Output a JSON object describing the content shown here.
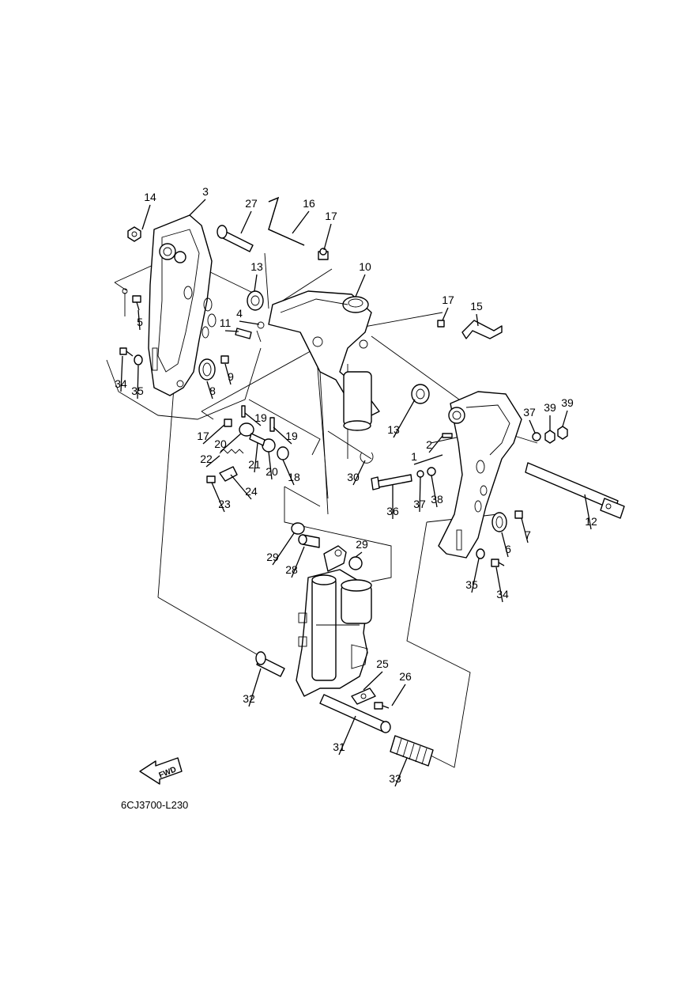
{
  "diagram_code": "6CJ3700-L230",
  "fwd_label": "FWD",
  "parts": [
    {
      "id": "p14a",
      "label": "14"
    },
    {
      "id": "p3",
      "label": "3"
    },
    {
      "id": "p27",
      "label": "27"
    },
    {
      "id": "p16",
      "label": "16"
    },
    {
      "id": "p17a",
      "label": "17"
    },
    {
      "id": "p13a",
      "label": "13"
    },
    {
      "id": "p10",
      "label": "10"
    },
    {
      "id": "p5",
      "label": "5"
    },
    {
      "id": "p4",
      "label": "4"
    },
    {
      "id": "p11",
      "label": "11"
    },
    {
      "id": "p17b",
      "label": "17"
    },
    {
      "id": "p15",
      "label": "15"
    },
    {
      "id": "p9",
      "label": "9"
    },
    {
      "id": "p34a",
      "label": "34"
    },
    {
      "id": "p35a",
      "label": "35"
    },
    {
      "id": "p8",
      "label": "8"
    },
    {
      "id": "p13b",
      "label": "13"
    },
    {
      "id": "p37a",
      "label": "37"
    },
    {
      "id": "p39a",
      "label": "39"
    },
    {
      "id": "p39b",
      "label": "39"
    },
    {
      "id": "p19a",
      "label": "19"
    },
    {
      "id": "p17c",
      "label": "17"
    },
    {
      "id": "p20a",
      "label": "20"
    },
    {
      "id": "p19b",
      "label": "19"
    },
    {
      "id": "p2",
      "label": "2"
    },
    {
      "id": "p1",
      "label": "1"
    },
    {
      "id": "p22",
      "label": "22"
    },
    {
      "id": "p21",
      "label": "21"
    },
    {
      "id": "p20b",
      "label": "20"
    },
    {
      "id": "p18",
      "label": "18"
    },
    {
      "id": "p30",
      "label": "30"
    },
    {
      "id": "p24",
      "label": "24"
    },
    {
      "id": "p23",
      "label": "23"
    },
    {
      "id": "p36",
      "label": "36"
    },
    {
      "id": "p37b",
      "label": "37"
    },
    {
      "id": "p38",
      "label": "38"
    },
    {
      "id": "p12",
      "label": "12"
    },
    {
      "id": "p7",
      "label": "7"
    },
    {
      "id": "p6",
      "label": "6"
    },
    {
      "id": "p29a",
      "label": "29"
    },
    {
      "id": "p29b",
      "label": "29"
    },
    {
      "id": "p28",
      "label": "28"
    },
    {
      "id": "p35b",
      "label": "35"
    },
    {
      "id": "p34b",
      "label": "34"
    },
    {
      "id": "p25",
      "label": "25"
    },
    {
      "id": "p26",
      "label": "26"
    },
    {
      "id": "p32",
      "label": "32"
    },
    {
      "id": "p31",
      "label": "31"
    },
    {
      "id": "p33",
      "label": "33"
    }
  ]
}
